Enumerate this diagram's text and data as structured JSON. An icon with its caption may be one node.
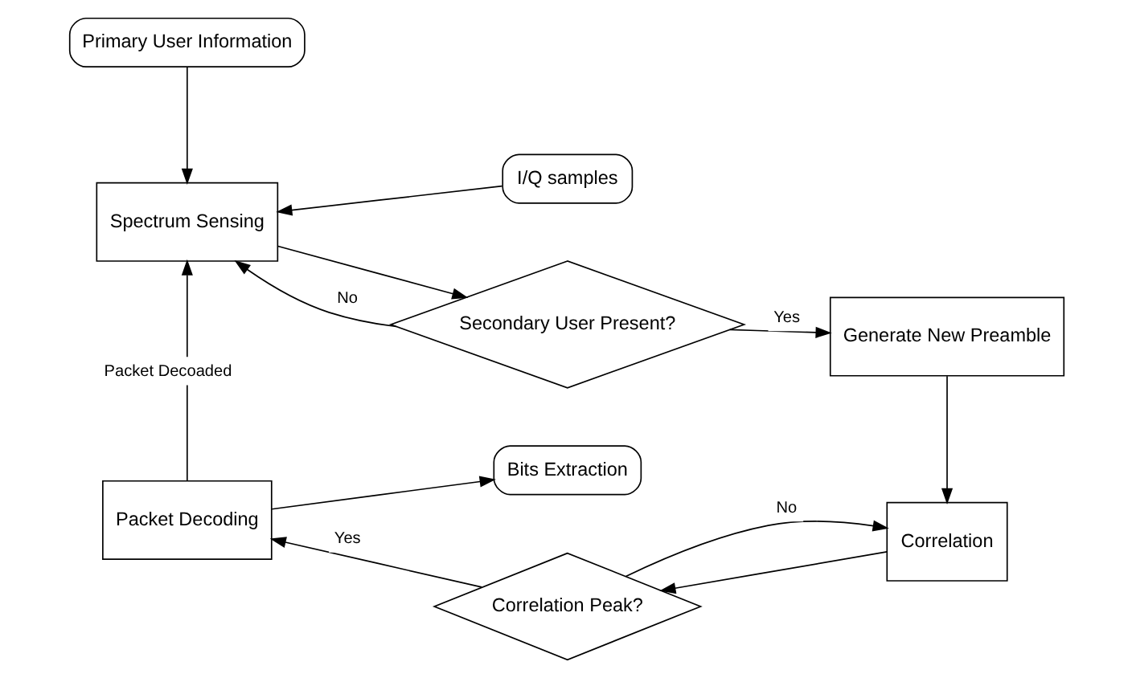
{
  "diagram": {
    "nodes": [
      {
        "text": [
          "Primary User Information"
        ]
      },
      {
        "text": [
          "I/Q samples"
        ]
      },
      {
        "text": [
          "Spectrum Sensing"
        ]
      },
      {
        "text": [
          "Secondary User Present?"
        ]
      },
      {
        "text": [
          "Generate New Preamble"
        ]
      },
      {
        "text": [
          "Bits Extraction"
        ]
      },
      {
        "text": [
          "Packet Decoding"
        ]
      },
      {
        "text": [
          "Correlation Peak?"
        ]
      },
      {
        "text": [
          "Correlation"
        ]
      }
    ],
    "edges": [
      {
        "from": 0,
        "to": 2,
        "arrow": "to"
      },
      {
        "from": 1,
        "to": 2,
        "arrow": "to"
      },
      {
        "from": 2,
        "to": 3,
        "arrow": "to"
      },
      {
        "from": 3,
        "to": 4,
        "arrow": "to",
        "label": "Yes"
      },
      {
        "from": 3,
        "to": 2,
        "arrow": "to",
        "label": "No"
      },
      {
        "from": 4,
        "to": 8,
        "arrow": "to"
      },
      {
        "from": 8,
        "to": 7,
        "arrow": "to"
      },
      {
        "from": 7,
        "to": 6,
        "arrow": "to",
        "label": "Yes"
      },
      {
        "from": 7,
        "to": 8,
        "arrow": "to",
        "label": "No"
      },
      {
        "from": 6,
        "to": 2,
        "arrow": "to",
        "label": "Packet Decoaded"
      },
      {
        "from": 6,
        "to": 5,
        "arrow": "to"
      }
    ]
  }
}
